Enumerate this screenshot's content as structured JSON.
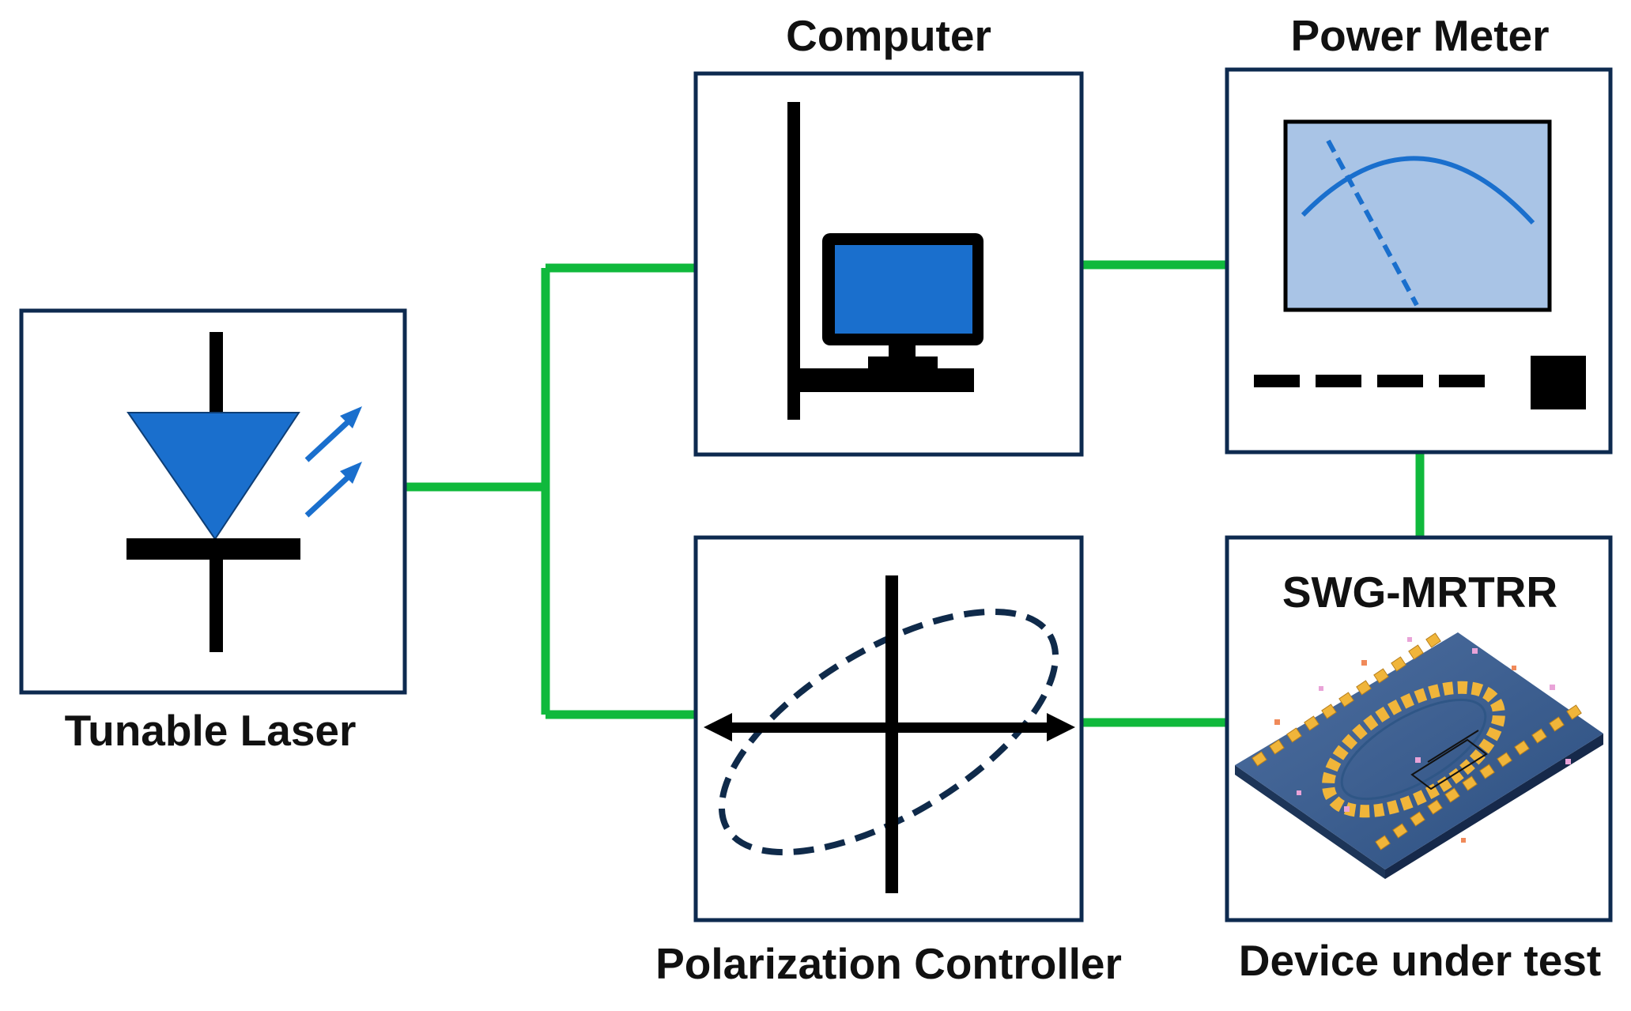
{
  "labels": {
    "computer": "Computer",
    "power_meter": "Power Meter",
    "tunable_laser": "Tunable Laser",
    "polarization_controller": "Polarization Controller",
    "device_under_test": "Device under test",
    "swg_mrtrr": "SWG-MRTRR"
  },
  "icons": {
    "laser": "laser-diode-icon",
    "computer": "desktop-computer-icon",
    "power_meter": "analog-meter-icon",
    "polarization": "polarization-ellipse-icon",
    "device": "swg-ring-resonator-chip-icon"
  },
  "colors": {
    "fiber": "#10b93c",
    "box_border": "#0d2a4f",
    "accent_blue": "#1a6fcd",
    "meter_face": "#a9c4e6",
    "chip_base": "#26466e",
    "swg_segment": "#f0b53a"
  }
}
